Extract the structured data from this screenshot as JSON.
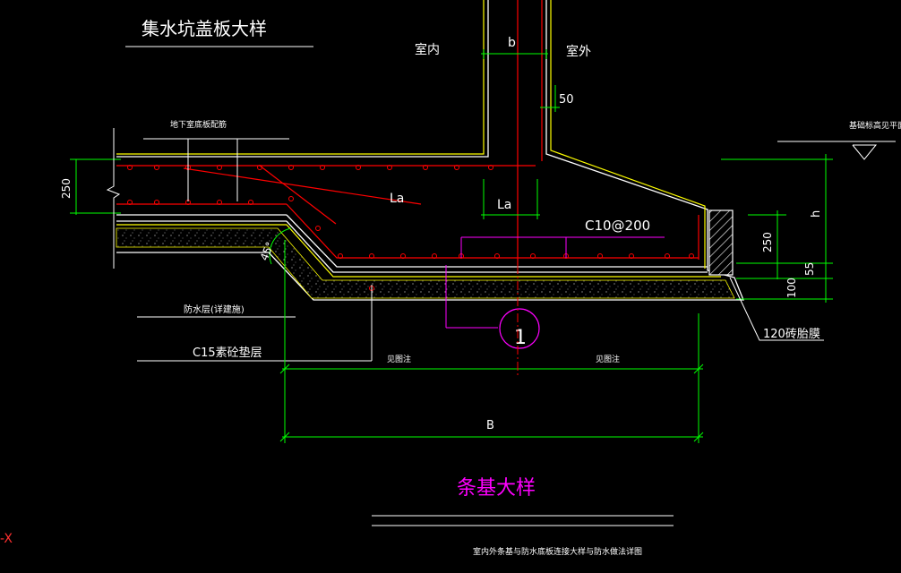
{
  "drawing": {
    "title_top": "集水坑盖板大样",
    "label_indoor": "室内",
    "label_outdoor": "室外",
    "dim_b": "b",
    "dim_50": "50",
    "label_basement_floor": "地下室底板配筋",
    "dim_250_left": "250",
    "label_la_1": "La",
    "label_la_2": "La",
    "label_rebar": "C10@200",
    "label_45": "45°",
    "label_ground_elev": "基础标高见平面图",
    "dim_h": "h",
    "dim_250_right": "250",
    "dim_55": "55",
    "dim_100": "100",
    "label_brick": "120砖胎膜",
    "label_waterproof": "防水层(详建施)",
    "label_cushion": "C15素砼垫层",
    "detail_number": "1",
    "label_half_width_left": "见图注",
    "label_half_width_right": "见图注",
    "dim_B": "B",
    "section_title": "条基大样",
    "note": "室内外条基与防水底板连接大样与防水做法详图",
    "axis_marker": "-X"
  },
  "colors": {
    "background": "#000000",
    "concrete_outline": "#ffffff",
    "waterproof_line": "#ffff00",
    "rebar": "#ff0000",
    "dimension": "#00ff00",
    "leader": "#ffffff",
    "annotation_magenta": "#ff00ff"
  }
}
